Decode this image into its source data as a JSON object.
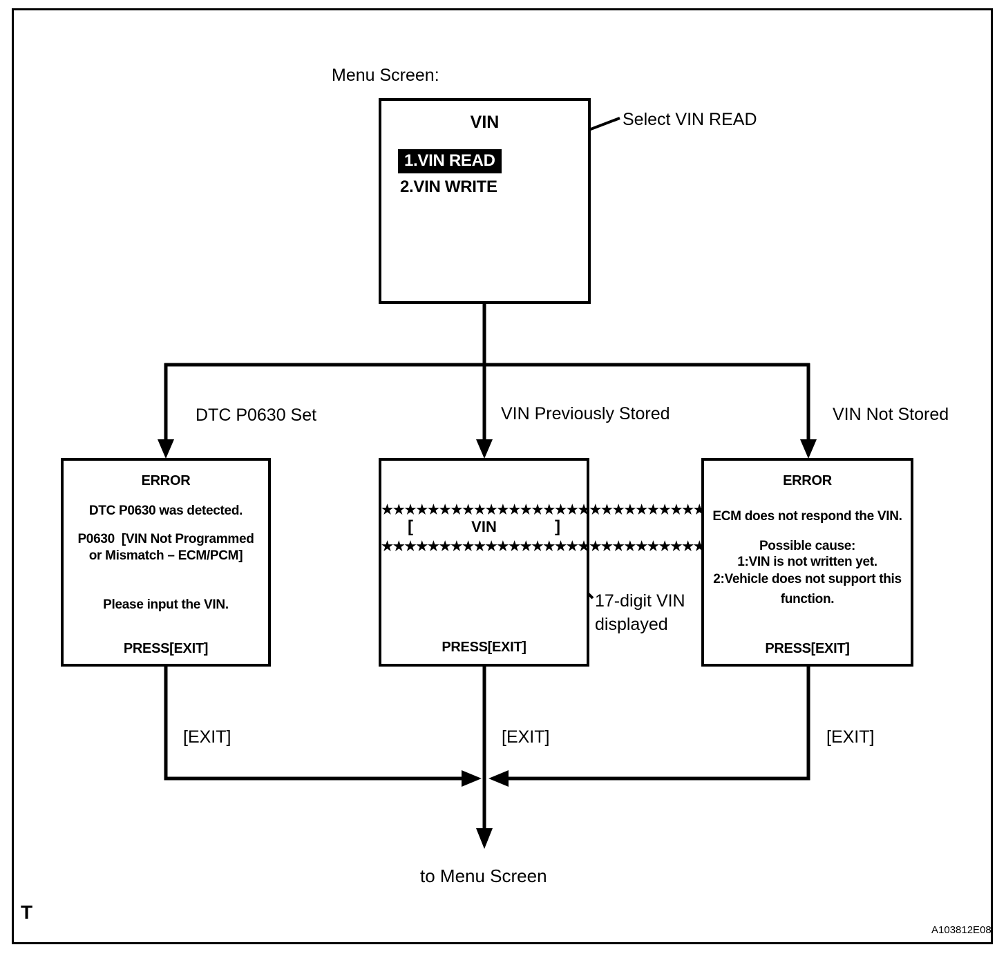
{
  "colors": {
    "ink": "#000000",
    "background": "#ffffff",
    "highlight_bg": "#000000",
    "highlight_text": "#ffffff"
  },
  "labels": {
    "menu_screen": "Menu Screen:",
    "select_vin_read": "Select VIN READ",
    "branch_left": "DTC P0630 Set",
    "branch_middle": "VIN Previously Stored",
    "branch_right": "VIN Not Stored",
    "vin_callout_line1": "17-digit VIN",
    "vin_callout_line2": "displayed",
    "exit_left": "[EXIT]",
    "exit_middle": "[EXIT]",
    "exit_right": "[EXIT]",
    "to_menu": "to Menu Screen",
    "corner_letter": "T",
    "doc_id": "A103812E08"
  },
  "menu_box": {
    "title": "VIN",
    "item1": "1.VIN READ",
    "item2": "2.VIN WRITE"
  },
  "left_box": {
    "title": "ERROR",
    "line1": "DTC P0630 was detected.",
    "line2": "P0630  [VIN Not Programmed",
    "line3": "or Mismatch – ECM/PCM]",
    "line4": "Please input the VIN.",
    "press": "PRESS[EXIT]"
  },
  "middle_box": {
    "stars": "★★★★★★★★★★★★★★★★★★★★★★★★★★★★★★",
    "bracket_open": "[",
    "vin": "VIN",
    "bracket_close": "]",
    "press": "PRESS[EXIT]"
  },
  "right_box": {
    "title": "ERROR",
    "line1": "ECM does not respond the VIN.",
    "line2": "Possible cause:",
    "line3": "1:VIN is not written yet.",
    "line4": "2:Vehicle does not support this",
    "line5": "function.",
    "press": "PRESS[EXIT]"
  }
}
